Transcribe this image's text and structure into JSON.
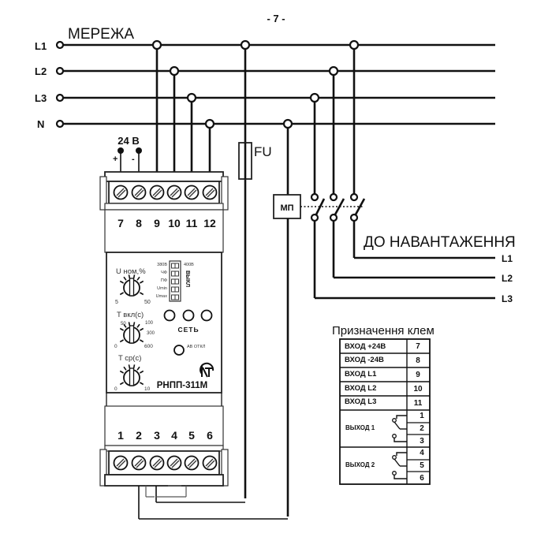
{
  "page_number": "- 7 -",
  "network": {
    "title": "МЕРЕЖА",
    "phases": [
      {
        "label": "L1"
      },
      {
        "label": "L2"
      },
      {
        "label": "L3"
      },
      {
        "label": "N"
      }
    ]
  },
  "supply": {
    "voltage_label": "24 В",
    "plus": "+",
    "minus": "-"
  },
  "fuse": {
    "label": "FU"
  },
  "contactor": {
    "label": "МП"
  },
  "load": {
    "title": "ДО НАВАНТАЖЕННЯ",
    "phases": [
      {
        "label": "L1"
      },
      {
        "label": "L2"
      },
      {
        "label": "L3"
      }
    ]
  },
  "device": {
    "model": "РНПП-311М",
    "top_terminals": [
      "7",
      "8",
      "9",
      "10",
      "11",
      "12"
    ],
    "bottom_terminals": [
      "1",
      "2",
      "3",
      "4",
      "5",
      "6"
    ],
    "knobs": [
      {
        "label": "U ном,%",
        "min": "5",
        "max": "50"
      },
      {
        "label": "T вкл(с)",
        "min": "0",
        "max": "600",
        "marks": [
          "50",
          "100",
          "300"
        ]
      },
      {
        "label": "T ср(с)",
        "min": "0",
        "max": "10"
      }
    ],
    "dip_switch": {
      "left_labels": [
        "380В",
        "ЧФ",
        "ПФ",
        "Umin",
        "Umax"
      ],
      "right_label": "400В",
      "side_label": "ВЫКЛ"
    },
    "leds_label": "СЕТЬ",
    "fault_led_label": "АВ ОТКЛ"
  },
  "terminal_table": {
    "title": "Призначення клем",
    "rows": [
      {
        "name": "ВХОД +24В",
        "terminals": [
          "7"
        ]
      },
      {
        "name": "ВХОД -24В",
        "terminals": [
          "8"
        ]
      },
      {
        "name": "ВХОД L1",
        "terminals": [
          "9"
        ]
      },
      {
        "name": "ВХОД L2",
        "terminals": [
          "10"
        ]
      },
      {
        "name": "ВХОД L3",
        "terminals": [
          "11"
        ]
      },
      {
        "name": "ВЫХОД 1",
        "terminals": [
          "1",
          "2",
          "3"
        ]
      },
      {
        "name": "ВЫХОД 2",
        "terminals": [
          "4",
          "5",
          "6"
        ]
      }
    ]
  }
}
